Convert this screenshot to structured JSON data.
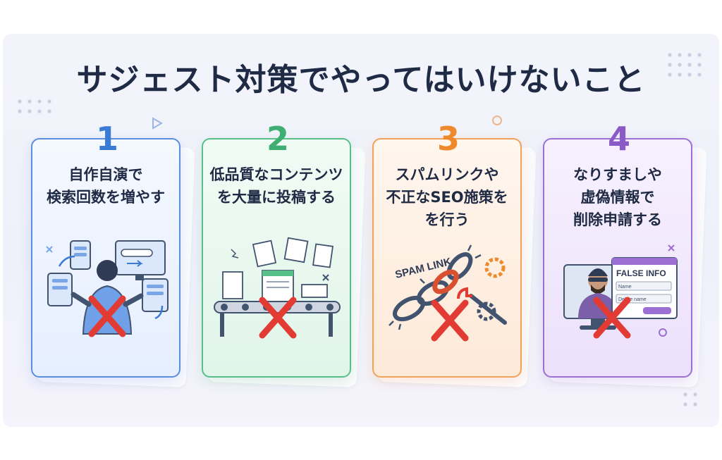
{
  "title": "サジェスト対策でやってはいけないこと",
  "accent_colors": {
    "blue": "#3a7bd5",
    "green": "#3fae72",
    "orange": "#ef8a2c",
    "purple": "#8a5bc6",
    "cross": "#e13b33"
  },
  "cards": [
    {
      "number": "1",
      "lines": [
        "自作自演で",
        "検索回数を増やす"
      ],
      "icon": "person-with-devices-icon"
    },
    {
      "number": "2",
      "lines": [
        "低品質なコンテンツ",
        "を大量に投稿する"
      ],
      "icon": "conveyor-documents-icon"
    },
    {
      "number": "3",
      "lines": [
        "スパムリンクや",
        "不正なSEO施策を",
        "を行う"
      ],
      "icon": "broken-chain-icon",
      "spam_label": "SPAM LINK"
    },
    {
      "number": "4",
      "lines": [
        "なりすましや",
        "虚偽情報で",
        "削除申請する"
      ],
      "icon": "impersonator-icon",
      "form": {
        "heading": "FALSE INFO",
        "field1": "Name",
        "field2": "Delete name"
      }
    }
  ]
}
